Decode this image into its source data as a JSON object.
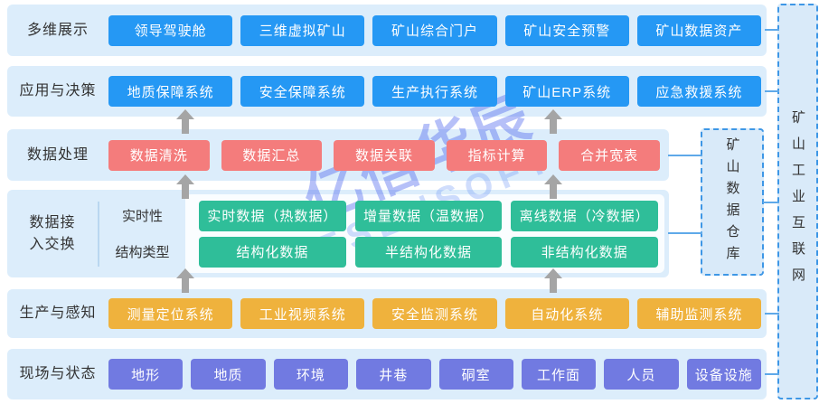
{
  "colors": {
    "blue": "#2598F4",
    "red": "#F47C7C",
    "green": "#2FBE99",
    "orange": "#EFB23D",
    "purple": "#717AE1",
    "row_background": "#DCEDFB",
    "dashed_box_fill": "#D9EAF9",
    "dashed_box_border": "#3E97E6",
    "arrow": "#A5A5A5",
    "connector": "#5FA9E9"
  },
  "rows": [
    {
      "label": "多维展示",
      "color": "#2598F4",
      "buttons": [
        "领导驾驶舱",
        "三维虚拟矿山",
        "矿山综合门户",
        "矿山安全预警",
        "矿山数据资产"
      ]
    },
    {
      "label": "应用与决策",
      "color": "#2598F4",
      "buttons": [
        "地质保障系统",
        "安全保障系统",
        "生产执行系统",
        "矿山ERP系统",
        "应急救援系统"
      ]
    },
    {
      "label": "数据处理",
      "color": "#F47C7C",
      "buttons": [
        "数据清洗",
        "数据汇总",
        "数据关联",
        "指标计算",
        "合并宽表"
      ]
    },
    {
      "label": "数据接入交换",
      "label_lines": [
        "数据接",
        "入交换"
      ],
      "color": "#2FBE99",
      "groups": [
        {
          "label": "实时性",
          "buttons": [
            "实时数据（热数据）",
            "增量数据（温数据）",
            "离线数据（冷数据）"
          ]
        },
        {
          "label": "结构类型",
          "buttons": [
            "结构化数据",
            "半结构化数据",
            "非结构化数据"
          ]
        }
      ]
    },
    {
      "label": "生产与感知",
      "color": "#EFB23D",
      "buttons": [
        "测量定位系统",
        "工业视频系统",
        "安全监测系统",
        "自动化系统",
        "辅助监测系统"
      ]
    },
    {
      "label": "现场与状态",
      "color": "#717AE1",
      "buttons": [
        "地形",
        "地质",
        "环境",
        "井巷",
        "硐室",
        "工作面",
        "人员",
        "设备设施"
      ]
    }
  ],
  "side_boxes": {
    "warehouse": "矿山数据仓库",
    "internet": "矿山工业互联网"
  },
  "watermark": {
    "line1": "亿信华辰",
    "line2": "ESENSOFT"
  }
}
